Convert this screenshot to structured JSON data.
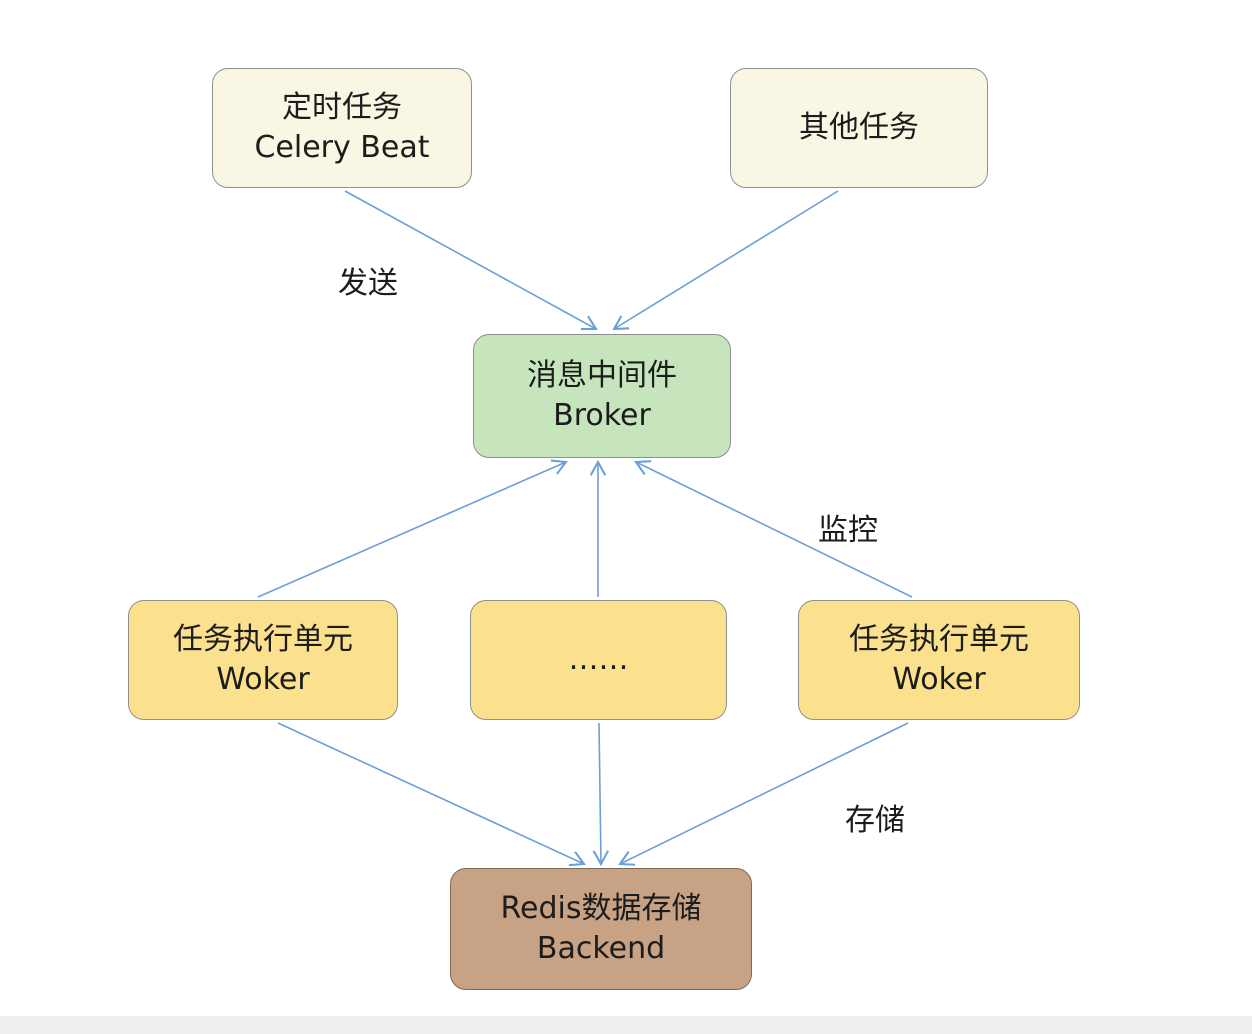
{
  "diagram": {
    "nodes": {
      "celery_beat": {
        "line1": "定时任务",
        "line2": "Celery Beat"
      },
      "other_tasks": {
        "line1": "其他任务"
      },
      "broker": {
        "line1": "消息中间件",
        "line2": "Broker"
      },
      "worker_left": {
        "line1": "任务执行单元",
        "line2": "Woker"
      },
      "worker_mid": {
        "line1": "……"
      },
      "worker_right": {
        "line1": "任务执行单元",
        "line2": "Woker"
      },
      "backend": {
        "line1": "Redis数据存储",
        "line2": "Backend"
      }
    },
    "edge_labels": {
      "send": "发送",
      "monitor": "监控",
      "store": "存储"
    },
    "colors": {
      "cream": "#faf6e4",
      "green": "#c6e5bd",
      "yellow": "#fbe08d",
      "brown": "#c8a285",
      "arrow": "#6c9fd8",
      "border": "#8f8f8f"
    }
  }
}
